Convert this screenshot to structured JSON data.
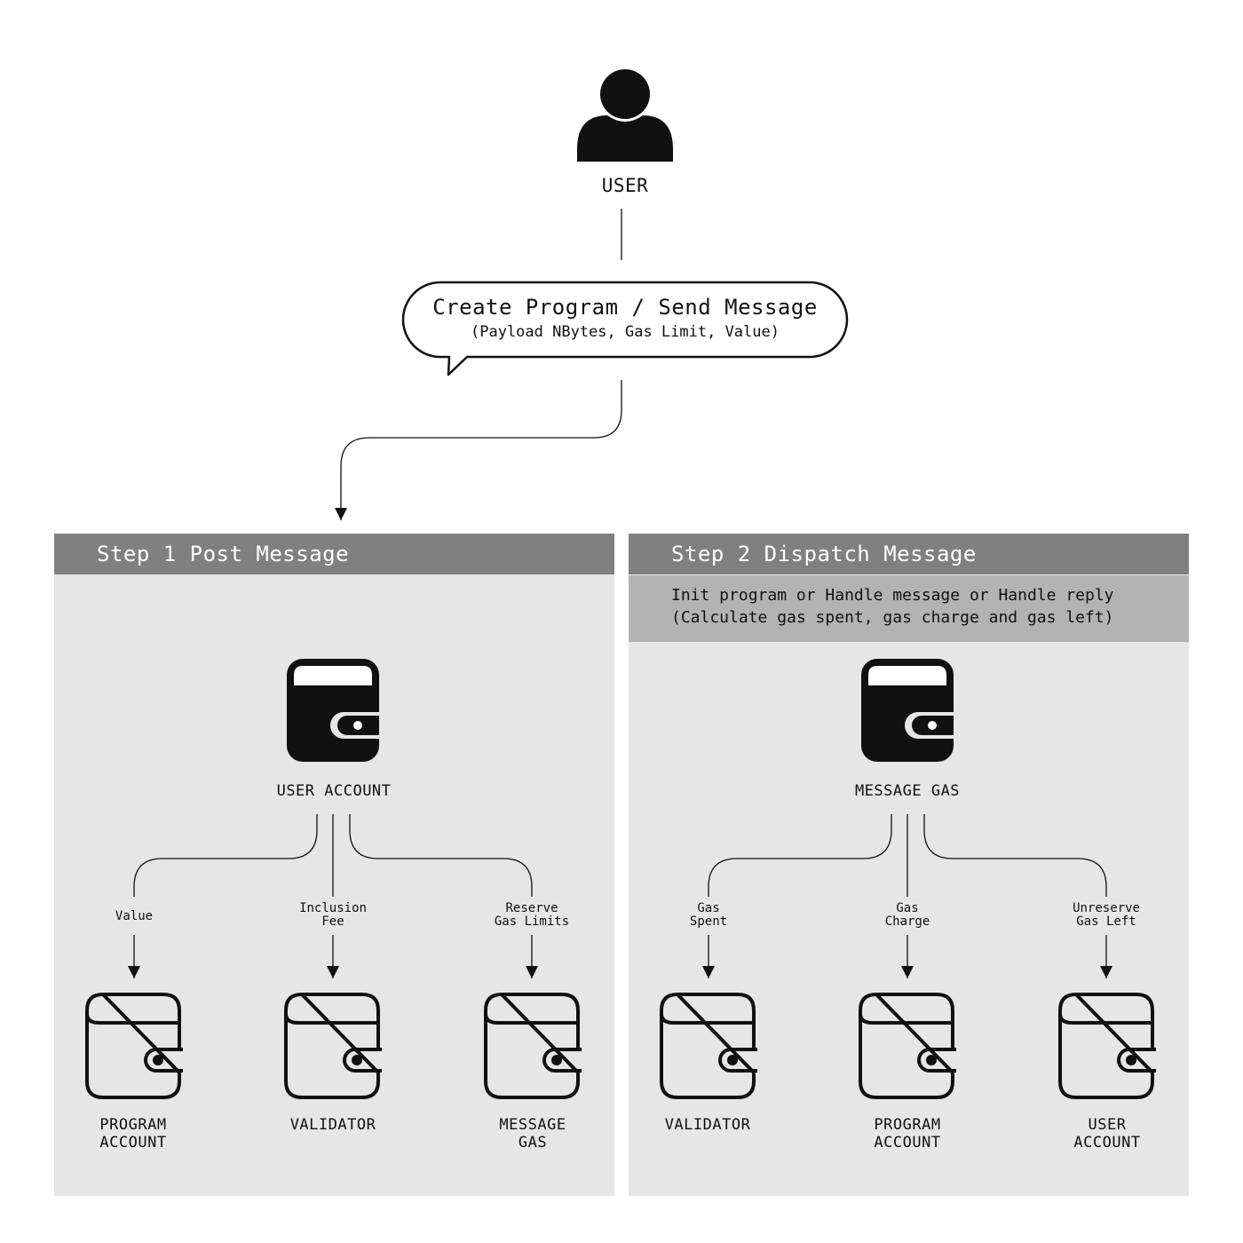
{
  "user": {
    "label": "USER"
  },
  "bubble": {
    "title": "Create Program / Send Message",
    "subtitle": "(Payload NBytes, Gas Limit, Value)"
  },
  "step1": {
    "header": "Step 1 Post Message",
    "source": {
      "label": "USER ACCOUNT"
    },
    "edges": [
      {
        "label": "Value"
      },
      {
        "label": "Inclusion\nFee"
      },
      {
        "label": "Reserve\nGas Limits"
      }
    ],
    "targets": [
      {
        "label": "PROGRAM\nACCOUNT"
      },
      {
        "label": "VALIDATOR"
      },
      {
        "label": "MESSAGE\nGAS"
      }
    ]
  },
  "step2": {
    "header": "Step 2 Dispatch Message",
    "description": {
      "line1": "Init program or Handle message or Handle reply",
      "line2": "(Calculate gas spent, gas charge and gas left)"
    },
    "source": {
      "label": "MESSAGE GAS"
    },
    "edges": [
      {
        "label": "Gas\nSpent"
      },
      {
        "label": "Gas\nCharge"
      },
      {
        "label": "Unreserve\nGas Left"
      }
    ],
    "targets": [
      {
        "label": "VALIDATOR"
      },
      {
        "label": "PROGRAM\nACCOUNT"
      },
      {
        "label": "USER\nACCOUNT"
      }
    ]
  },
  "icons": {
    "user": "user-silhouette-icon",
    "wallet_filled": "wallet-filled-icon",
    "wallet_outline": "wallet-outline-icon"
  },
  "colors": {
    "panel_background": "#e6e6e6",
    "panel_header": "#808080",
    "panel_subheader": "#b3b3b3",
    "ink": "#111111"
  }
}
